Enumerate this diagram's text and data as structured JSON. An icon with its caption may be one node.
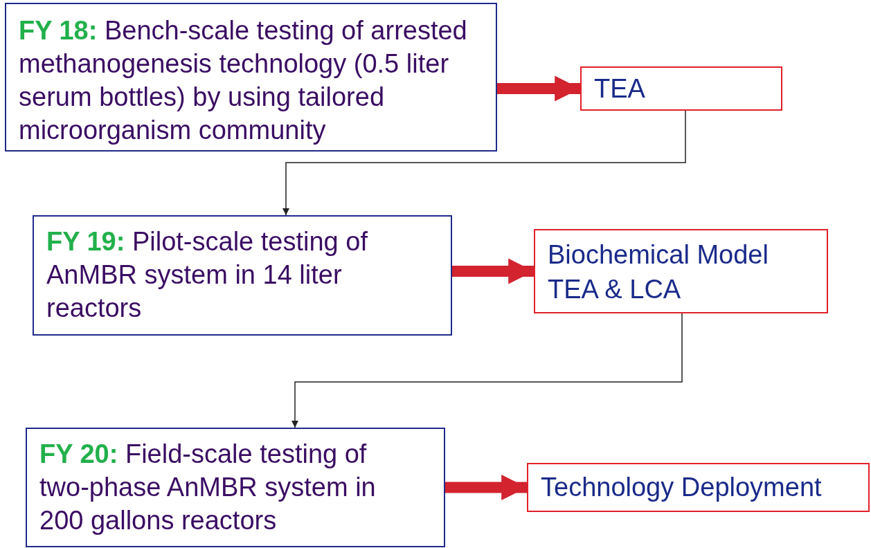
{
  "diagram": {
    "nodes": [
      {
        "text": [
          "**FY 18:** Bench-scale testing of arrested methanogenesis technology (0.5 liter serum bottles) by using tailored microorganism community"
        ]
      },
      {
        "text": [
          "TEA"
        ]
      },
      {
        "text": [
          "**FY 19:** Pilot-scale testing of AnMBR system in 14 liter reactors"
        ]
      },
      {
        "text": [
          "Biochemical Model TEA & LCA"
        ]
      },
      {
        "text": [
          "**FY 20:** Field-scale testing of two-phase AnMBR system in 200 gallons reactors"
        ]
      },
      {
        "text": [
          "Technology Deployment"
        ]
      }
    ],
    "edges": [
      {
        "from": 0,
        "to": 1,
        "arrow": "to"
      },
      {
        "from": 1,
        "to": 2,
        "arrow": "to",
        "color": "#222222"
      },
      {
        "from": 2,
        "to": 3,
        "arrow": "to"
      },
      {
        "from": 3,
        "to": 4,
        "arrow": "to",
        "color": "#222222"
      },
      {
        "from": 4,
        "to": 5,
        "arrow": "to"
      }
    ]
  }
}
